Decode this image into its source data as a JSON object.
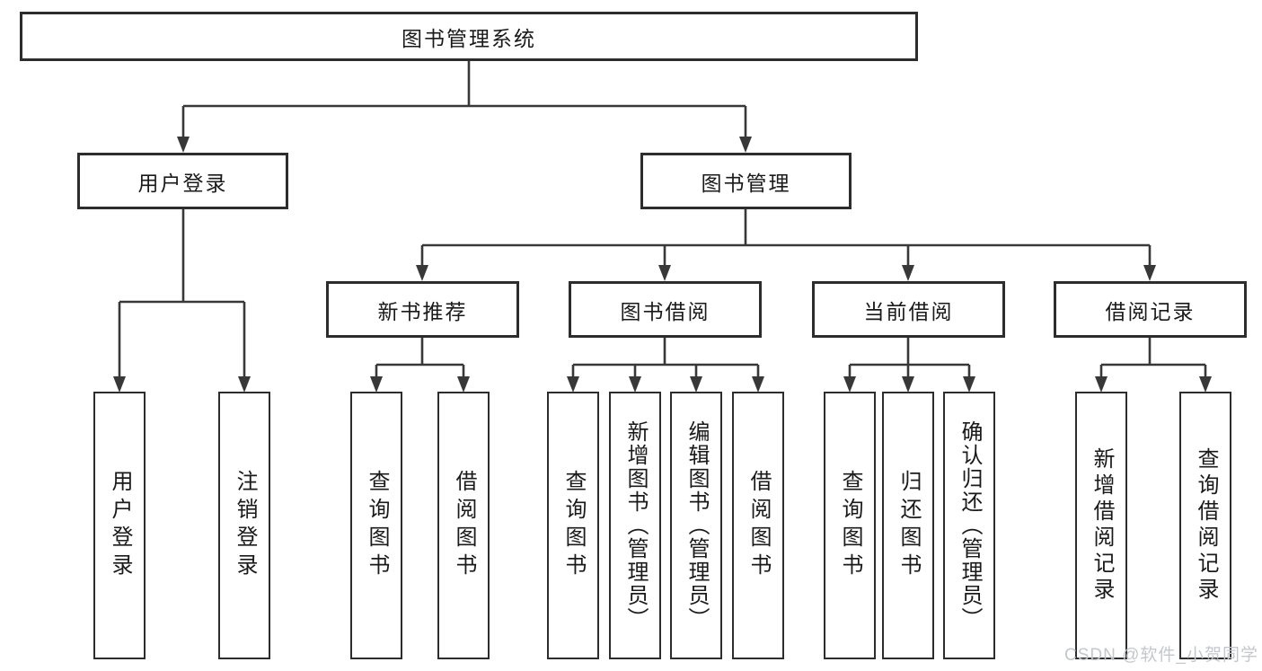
{
  "tree": {
    "label": "图书管理系统",
    "children": [
      {
        "label": "用户登录",
        "children": [
          {
            "label": "用户登录"
          },
          {
            "label": "注销登录"
          }
        ]
      },
      {
        "label": "图书管理",
        "children": [
          {
            "label": "新书推荐",
            "children": [
              {
                "label": "查询图书"
              },
              {
                "label": "借阅图书"
              }
            ]
          },
          {
            "label": "图书借阅",
            "children": [
              {
                "label": "查询图书"
              },
              {
                "label": "新增图书（管理员）"
              },
              {
                "label": "编辑图书（管理员）"
              },
              {
                "label": "借阅图书"
              }
            ]
          },
          {
            "label": "当前借阅",
            "children": [
              {
                "label": "查询图书"
              },
              {
                "label": "归还图书"
              },
              {
                "label": "确认归还（管理员）"
              }
            ]
          },
          {
            "label": "借阅记录",
            "children": [
              {
                "label": "新增借阅记录"
              },
              {
                "label": "查询借阅记录"
              }
            ]
          }
        ]
      }
    ]
  },
  "watermark": "CSDN @软件_小贺同学",
  "colors": {
    "line": "#383838",
    "box_border": "#2d2d2d",
    "box_fill": "#ffffff",
    "text": "#1a1a1a",
    "watermark": "#c4c7cc"
  }
}
